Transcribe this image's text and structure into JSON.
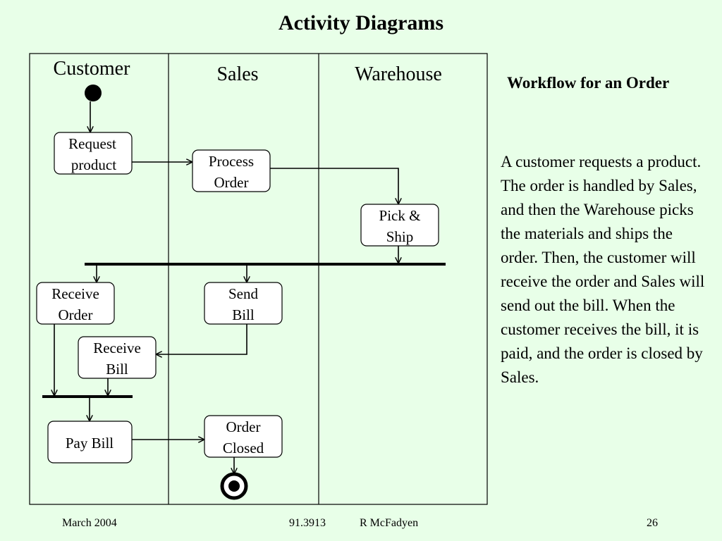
{
  "title": "Activity Diagrams",
  "lanes": {
    "customer": "Customer",
    "sales": "Sales",
    "warehouse": "Warehouse"
  },
  "activities": {
    "request_product": [
      "Request",
      "product"
    ],
    "process_order": [
      "Process",
      "Order"
    ],
    "pick_ship": [
      "Pick &",
      "Ship"
    ],
    "receive_order": [
      "Receive",
      "Order"
    ],
    "send_bill": [
      "Send",
      "Bill"
    ],
    "receive_bill": [
      "Receive",
      "Bill"
    ],
    "pay_bill": [
      "Pay Bill"
    ],
    "order_closed": [
      "Order",
      "Closed"
    ]
  },
  "side": {
    "heading": "Workflow for an Order",
    "body": "A customer requests a product. The order is handled by Sales, and then the Warehouse picks the materials and ships the order. Then, the customer will receive the order and Sales will send out the bill. When the customer receives the bill, it is paid, and the order is closed by Sales."
  },
  "footer": {
    "date": "March 2004",
    "course": "91.3913",
    "author": "R McFadyen",
    "page": "26"
  }
}
